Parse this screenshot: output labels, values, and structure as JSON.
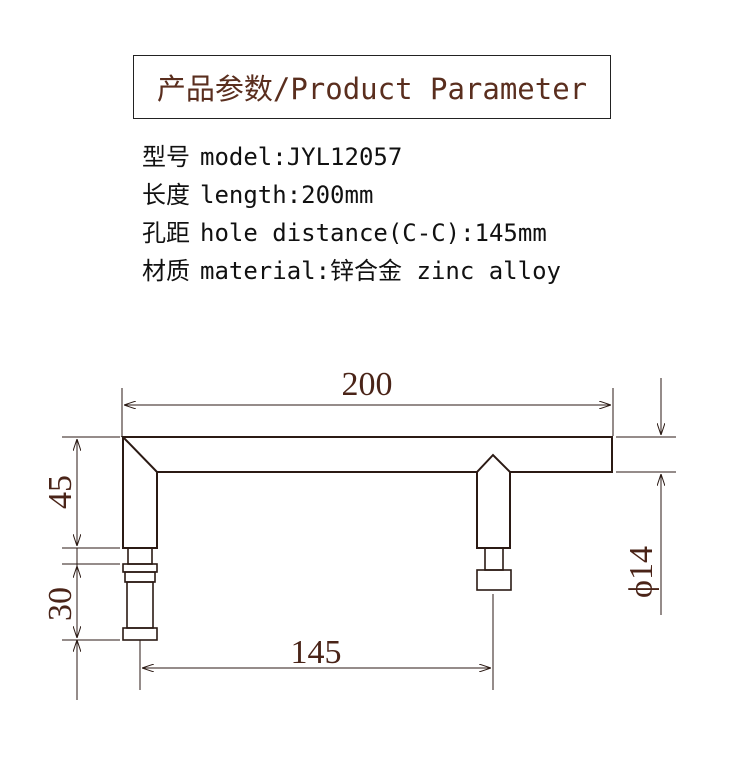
{
  "title": "产品参数/Product Parameter",
  "params": [
    {
      "cn": "型号",
      "en": "model:JYL12057"
    },
    {
      "cn": "长度",
      "en": "length:200mm"
    },
    {
      "cn": "孔距",
      "en": "hole distance(C-C):145mm"
    },
    {
      "cn": "材质",
      "en": "material:锌合金 zinc alloy"
    }
  ],
  "dimensions": {
    "length": "200",
    "height": "45",
    "post": "30",
    "hole_distance": "145",
    "diameter": "ϕ14"
  },
  "colors": {
    "line": "#2b1a14",
    "dim_text": "#4a2418",
    "title_text": "#5a2e1e"
  }
}
